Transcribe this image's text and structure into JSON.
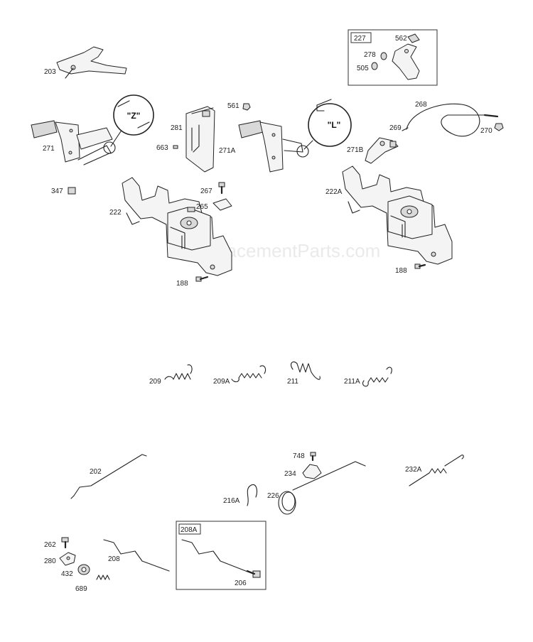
{
  "watermark": "eReplacementParts.com",
  "callouts": [
    "\"Z\"",
    "\"L\""
  ],
  "labels": [
    "203",
    "227",
    "562",
    "278",
    "505",
    "561",
    "281",
    "663",
    "268",
    "269",
    "270",
    "271",
    "271A",
    "271B",
    "347",
    "267",
    "265",
    "222",
    "222A",
    "188",
    "209",
    "209A",
    "211",
    "211A",
    "202",
    "748",
    "234",
    "232A",
    "216A",
    "226",
    "208A",
    "262",
    "280",
    "208",
    "432",
    "689",
    "206"
  ]
}
